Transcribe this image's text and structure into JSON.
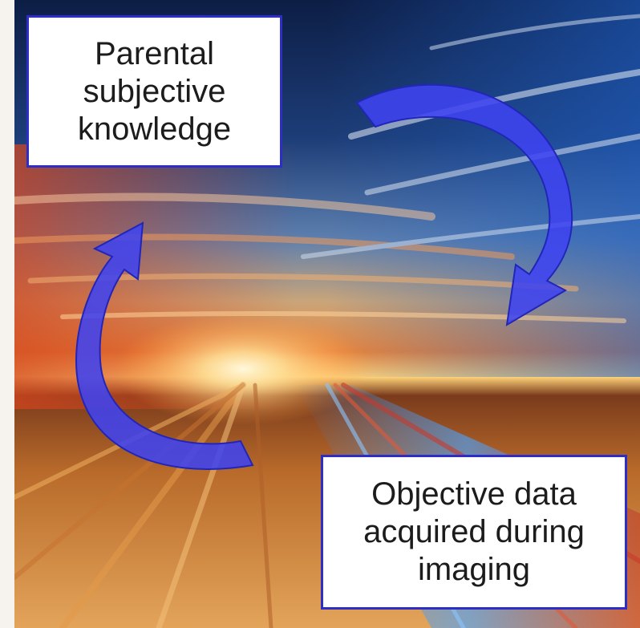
{
  "diagram": {
    "type": "cycle",
    "nodes": [
      {
        "id": "parental",
        "text": "Parental\nsubjective\nknowledge"
      },
      {
        "id": "objective",
        "text": "Objective data\nacquired during\nimaging"
      }
    ],
    "arrows": [
      {
        "from": "parental",
        "to": "objective",
        "color": "#3f43f0"
      },
      {
        "from": "objective",
        "to": "parental",
        "color": "#3f43f0"
      }
    ],
    "colors": {
      "box_border": "#2d2dc8",
      "arrow_fill": "#3f43f0",
      "sky": "#16305e",
      "horizon": "#ffd27a"
    }
  }
}
